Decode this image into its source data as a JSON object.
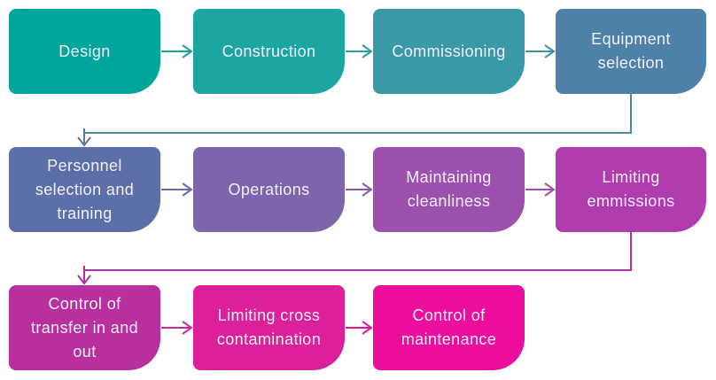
{
  "flowchart": {
    "text_color": "#F2F0FA",
    "boxes": [
      {
        "label": "Design",
        "color": "#00A59B"
      },
      {
        "label": "Construction",
        "color": "#1CA6A3"
      },
      {
        "label": "Commissioning",
        "color": "#3999A6"
      },
      {
        "label": "Equipment selection",
        "color": "#4D81A8"
      },
      {
        "label": "Personnel selection and training",
        "color": "#5C6FA9"
      },
      {
        "label": "Operations",
        "color": "#7D64AB"
      },
      {
        "label": "Maintaining cleanliness",
        "color": "#9C51AE"
      },
      {
        "label": "Limiting emmissions",
        "color": "#B13CAE"
      },
      {
        "label": "Control of transfer in and out",
        "color": "#B8309D"
      },
      {
        "label": "Limiting cross contamination",
        "color": "#DB209A"
      },
      {
        "label": "Control of maintenance",
        "color": "#EC0D9C"
      }
    ],
    "arrows": [
      {
        "from": "Design",
        "to": "Construction",
        "color": "#18A3A0"
      },
      {
        "from": "Construction",
        "to": "Commissioning",
        "color": "#2B9FA5"
      },
      {
        "from": "Commissioning",
        "to": "Equipment selection",
        "color": "#4390A7"
      },
      {
        "from": "Personnel selection and training",
        "to": "Operations",
        "color": "#6C6AAA"
      },
      {
        "from": "Operations",
        "to": "Maintaining cleanliness",
        "color": "#8C5AAD"
      },
      {
        "from": "Maintaining cleanliness",
        "to": "Limiting emmissions",
        "color": "#A748AE"
      },
      {
        "from": "Control of transfer in and out",
        "to": "Limiting cross contamination",
        "color": "#C62B9C"
      },
      {
        "from": "Limiting cross contamination",
        "to": "Control of maintenance",
        "color": "#E2159B"
      }
    ],
    "connectors": [
      {
        "from": "Equipment selection",
        "to": "Personnel selection and training",
        "color": "#4A8BA4",
        "arrow_color": "#5B74A9"
      },
      {
        "from": "Limiting emmissions",
        "to": "Control of transfer in and out",
        "color": "#AC32A6",
        "arrow_color": "#B52CA0"
      }
    ]
  }
}
